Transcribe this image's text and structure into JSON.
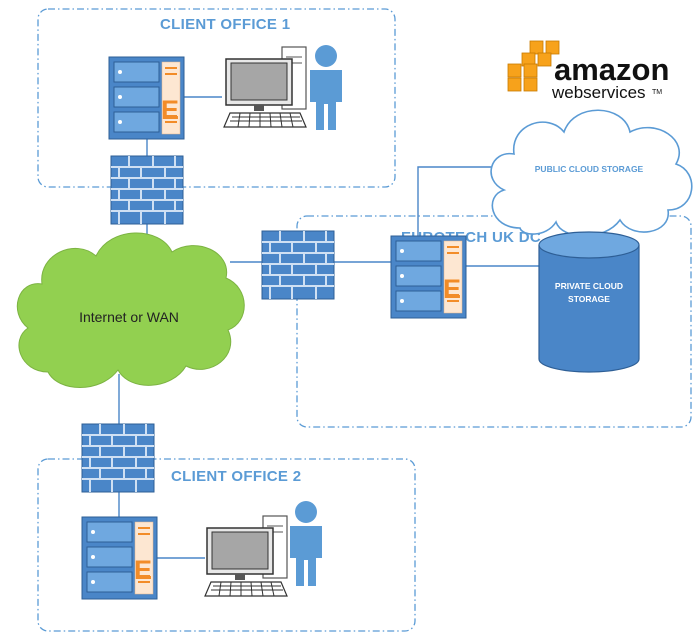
{
  "regions": {
    "client_office_1": "CLIENT OFFICE 1",
    "client_office_2": "CLIENT OFFICE 2",
    "eurotech_dc": "EUROTECH UK DC"
  },
  "clouds": {
    "internet": "Internet or WAN",
    "public_storage": "PUBLIC CLOUD STORAGE"
  },
  "private_storage": {
    "line1": "PRIVATE CLOUD",
    "line2": "STORAGE"
  },
  "aws_logo": {
    "word1": "amazon",
    "word2": "webservices",
    "tm": "TM"
  },
  "server_badge": "E",
  "colors": {
    "accent_blue": "#5b9bd5",
    "server_blue": "#4a86c8",
    "badge_orange": "#f28c28",
    "cloud_green": "#92d050",
    "aws_orange": "#f7a21b"
  }
}
